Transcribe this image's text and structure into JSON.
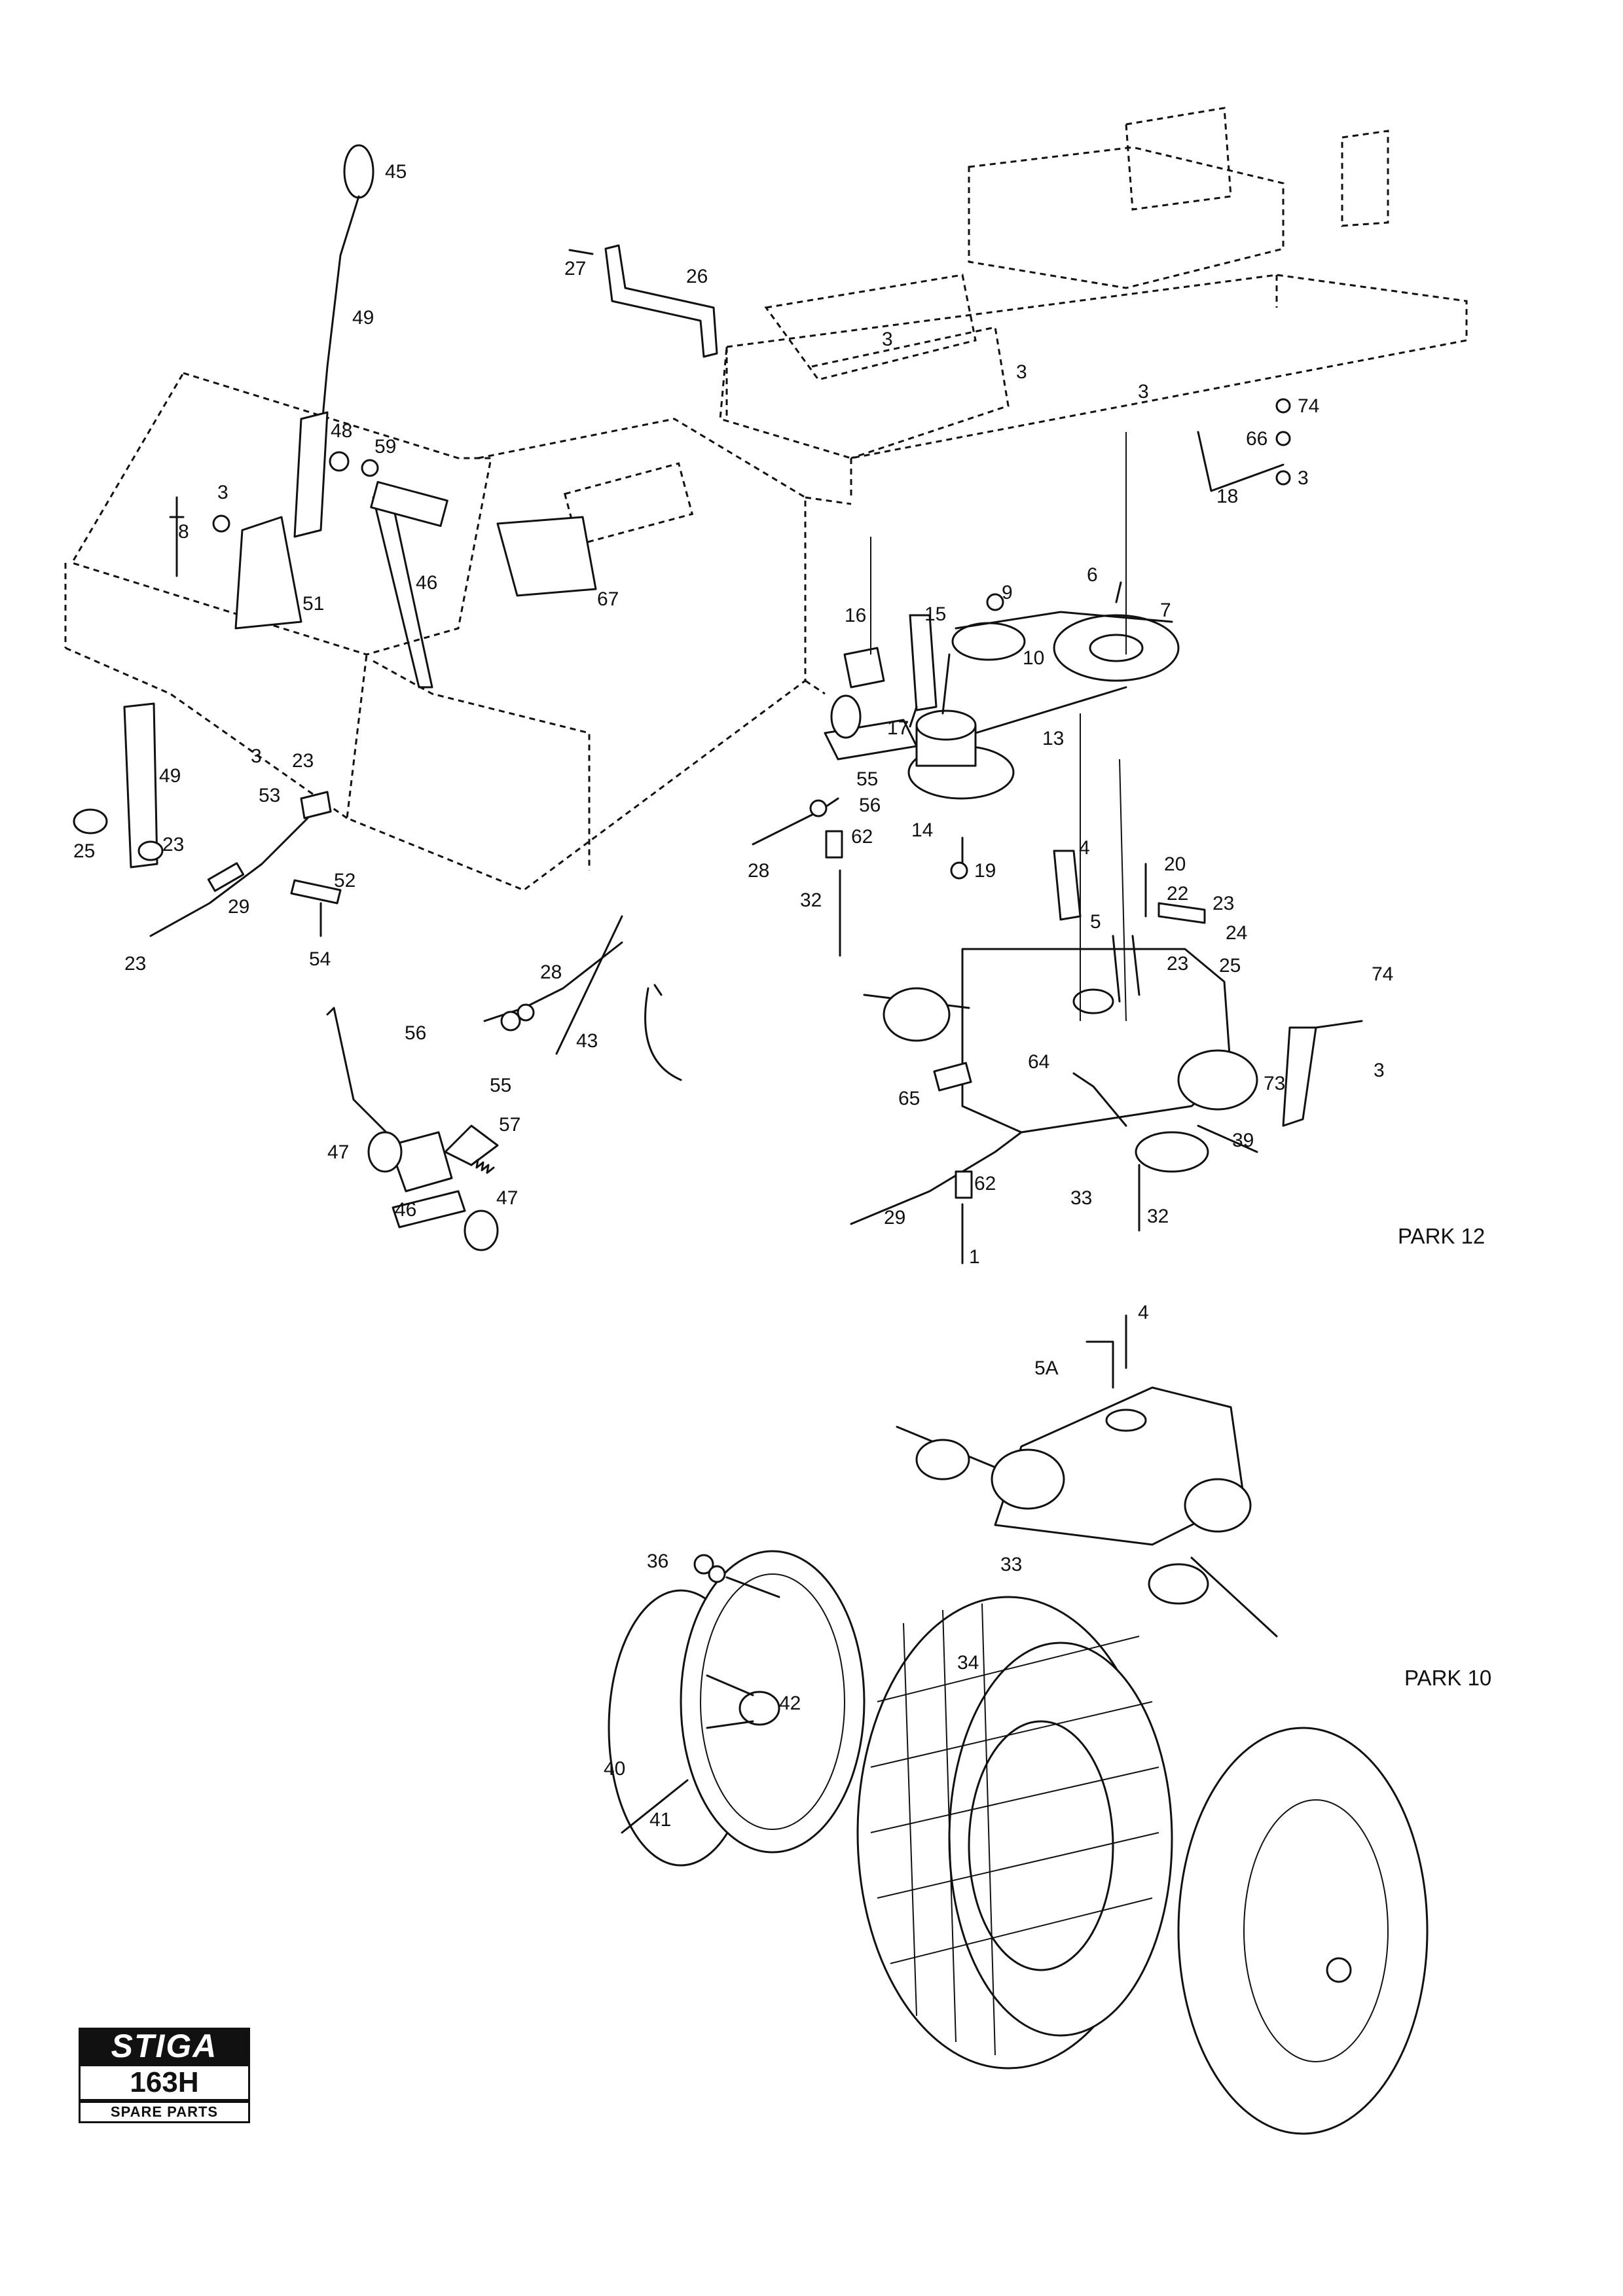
{
  "sections": {
    "upper_label": "PARK 12",
    "lower_label": "PARK 10"
  },
  "logo": {
    "brand": "STIGA",
    "model": "163H",
    "subtitle": "SPARE PARTS"
  },
  "callouts": {
    "c45": "45",
    "c49a": "49",
    "c27": "27",
    "c26": "26",
    "c3a": "3",
    "c3b": "3",
    "c3c": "3",
    "c74a": "74",
    "c66": "66",
    "c3d": "3",
    "c18": "18",
    "c48": "48",
    "c59": "59",
    "c3e": "3",
    "c8": "8",
    "c46a": "46",
    "c67": "67",
    "c51": "51",
    "c6": "6",
    "c9": "9",
    "c7": "7",
    "c16": "16",
    "c15": "15",
    "c10": "10",
    "c17": "17",
    "c13": "13",
    "c55a": "55",
    "c56a": "56",
    "c14": "14",
    "c62a": "62",
    "c19": "19",
    "c3f": "3",
    "c23a": "23",
    "c49b": "49",
    "c53": "53",
    "c25a": "25",
    "c23b": "23",
    "c29a": "29",
    "c52": "52",
    "c23c": "23",
    "c54": "54",
    "c28a": "28",
    "c32a": "32",
    "c4a": "4",
    "c20": "20",
    "c22": "22",
    "c23d": "23",
    "c24": "24",
    "c5": "5",
    "c23e": "23",
    "c25b": "25",
    "c74b": "74",
    "c28b": "28",
    "c43": "43",
    "c56b": "56",
    "c55b": "55",
    "c64": "64",
    "c65": "65",
    "c73": "73",
    "c3g": "3",
    "c57": "57",
    "c47a": "47",
    "c46b": "46",
    "c47b": "47",
    "c39": "39",
    "c62b": "62",
    "c33a": "33",
    "c32b": "32",
    "c29b": "29",
    "c1": "1",
    "c4b": "4",
    "c5a": "5A",
    "c33b": "33",
    "c36": "36",
    "c34": "34",
    "c42": "42",
    "c40": "40",
    "c41": "41"
  }
}
